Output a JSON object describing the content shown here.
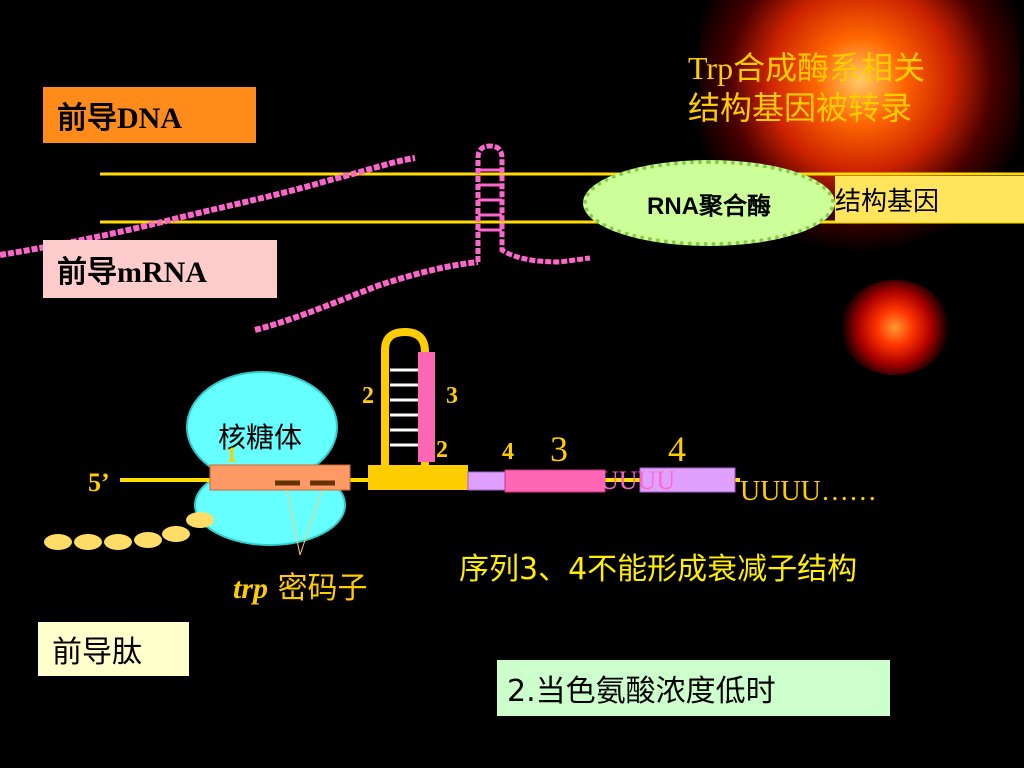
{
  "labels": {
    "leader_dna": "前导DNA",
    "leader_mrna": "前导mRNA",
    "leader_peptide": "前导肽",
    "structural_genes_label": "结构基因",
    "rna_polymerase": "RNA聚合酶",
    "title_line1": "Trp合成酶系相关",
    "title_line2": "结构基因被转录",
    "ribosome": "核糖体",
    "trp_codon_italic": "trp",
    "trp_codon_rest": "密码子",
    "five_prime": "5’",
    "seg_1": "1",
    "seg_2_top": "2",
    "seg_3_top": "3",
    "seg_2_low": "2",
    "seg_4_low": "4",
    "seg_3_big": "3",
    "seg_4_big": "4",
    "uuuu_pink": "UUUU",
    "uuuu_tail": "UUUU……",
    "explanation": "序列3、4不能形成衰减子结构",
    "condition": "2.当色氨酸浓度低时"
  },
  "colors": {
    "background": "#000000",
    "dna_strand": "#ffdd00",
    "mrna": "#ff66cc",
    "label_orange": "#ff8c1a",
    "label_pink": "#ffcccc",
    "label_yellow": "#ffe45c",
    "label_green": "#ccffcc",
    "polymerase_fill": "#ccff99",
    "ribosome_fill": "#66ffff",
    "title_text": "#ffcc00",
    "explanation_text": "#ffee00",
    "seg_pink": "#ff66b3",
    "seg_lavender": "#e0a0ff",
    "seg_salmon": "#ff9966"
  }
}
